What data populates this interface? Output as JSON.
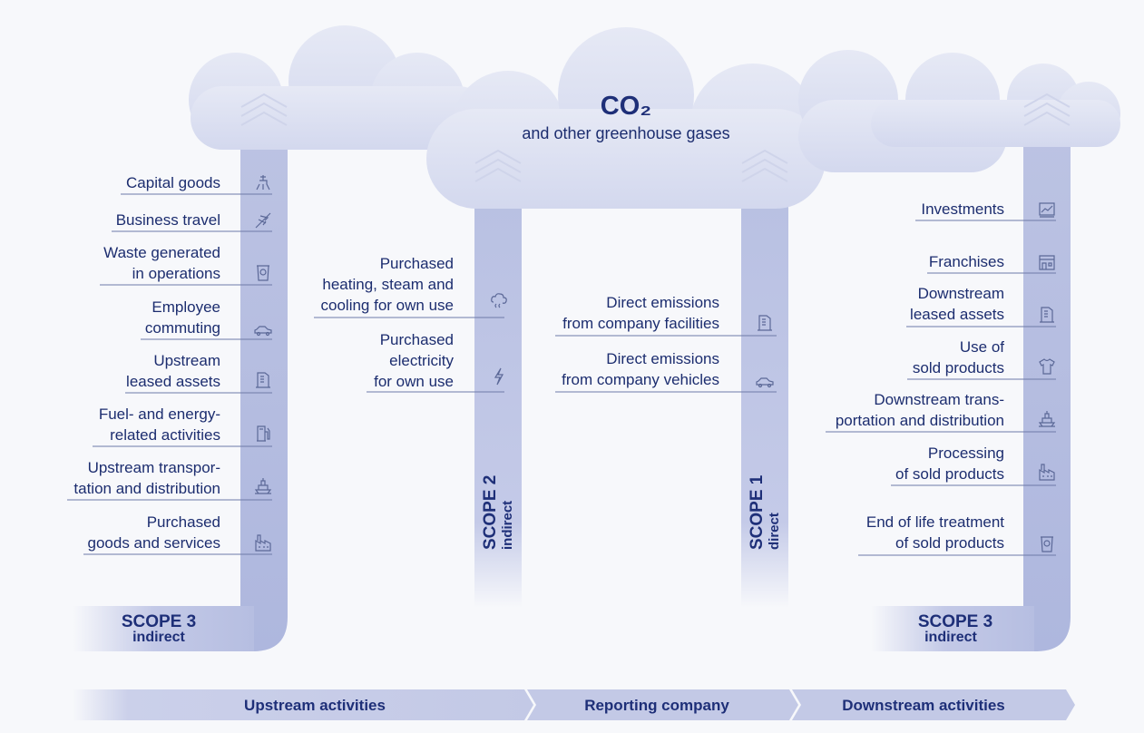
{
  "cloud": {
    "title": "CO₂",
    "subtitle": "and other greenhouse gases"
  },
  "scope3_upstream": {
    "label": "SCOPE 3",
    "sub": "indirect",
    "items": [
      {
        "label": "Capital goods",
        "icon": "gas-tap-icon"
      },
      {
        "label": "Business travel",
        "icon": "airplane-icon"
      },
      {
        "label": "Waste generated\nin operations",
        "icon": "recycle-bin-icon"
      },
      {
        "label": "Employee\ncommuting",
        "icon": "car-icon"
      },
      {
        "label": "Upstream\nleased assets",
        "icon": "building-icon"
      },
      {
        "label": "Fuel- and energy-\nrelated activities",
        "icon": "fuel-pump-icon"
      },
      {
        "label": "Upstream transpor-\ntation and distribution",
        "icon": "ship-icon"
      },
      {
        "label": "Purchased\ngoods and services",
        "icon": "factory-icon"
      }
    ]
  },
  "scope2": {
    "label": "SCOPE 2",
    "sub": "indirect",
    "items": [
      {
        "label": "Purchased\nheating, steam and\ncooling for own use",
        "icon": "steam-cloud-icon"
      },
      {
        "label": "Purchased\nelectricity\nfor own use",
        "icon": "lightning-icon"
      }
    ]
  },
  "scope1": {
    "label": "SCOPE 1",
    "sub": "direct",
    "items": [
      {
        "label": "Direct emissions\nfrom company facilities",
        "icon": "building-icon"
      },
      {
        "label": "Direct emissions\nfrom company vehicles",
        "icon": "car-icon"
      }
    ]
  },
  "scope3_downstream": {
    "label": "SCOPE 3",
    "sub": "indirect",
    "items": [
      {
        "label": "Investments",
        "icon": "chart-icon"
      },
      {
        "label": "Franchises",
        "icon": "shop-icon"
      },
      {
        "label": "Downstream\nleased assets",
        "icon": "building-icon"
      },
      {
        "label": "Use of\nsold products",
        "icon": "tshirt-icon"
      },
      {
        "label": "Downstream trans-\nportation and distribution",
        "icon": "ship-icon"
      },
      {
        "label": "Processing\nof sold products",
        "icon": "factory-icon"
      },
      {
        "label": "End of life treatment\nof sold products",
        "icon": "recycle-bin-icon"
      }
    ]
  },
  "bottom_bar": [
    "Upstream activities",
    "Reporting company",
    "Downstream activities"
  ],
  "colors": {
    "text": "#1c2d6f",
    "column": "#b9c0e1",
    "cloud": "#dde1f1",
    "bar": "#c3c9e6"
  }
}
